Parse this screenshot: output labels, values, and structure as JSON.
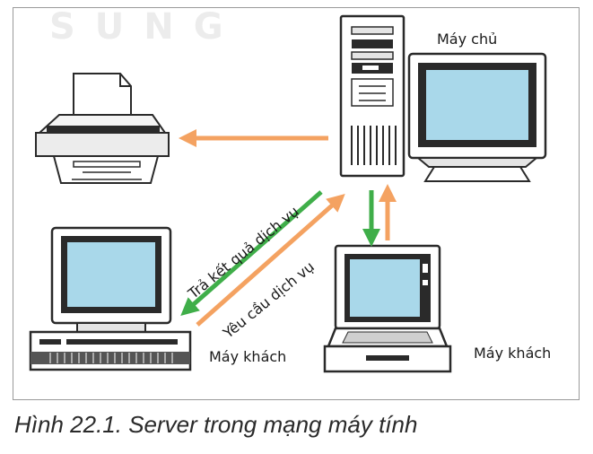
{
  "watermark": "SUNG",
  "labels": {
    "server": "Máy chủ",
    "client_1": "Máy khách",
    "client_2": "Máy khách",
    "return_result": "Trả kết quả dịch vụ",
    "service_request": "Yêu cầu dịch vụ"
  },
  "caption": "Hình 22.1. Server trong mạng máy tính",
  "colors": {
    "request_arrow": "#f4a261",
    "response_arrow": "#3fae49",
    "screen": "#a9d8ea"
  }
}
